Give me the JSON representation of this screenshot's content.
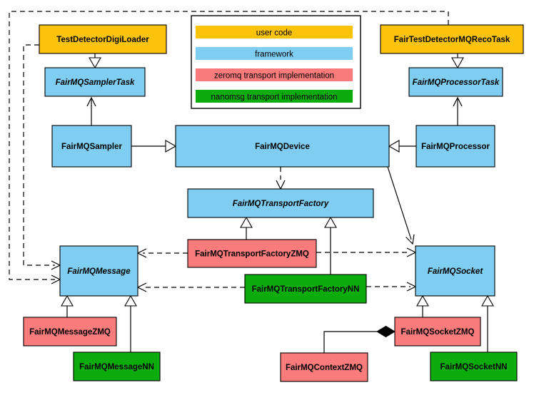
{
  "diagram": {
    "kind": "uml-class-diagram",
    "subject": "FairMQ framework class hierarchy"
  },
  "colors": {
    "user_code": "#FCC30B",
    "framework": "#7FCDF1",
    "zeromq": "#F97B7B",
    "nanomsg": "#0CAC0C",
    "edge": "#000000",
    "background": "#ffffff"
  },
  "legend": {
    "items": [
      {
        "label": "user code",
        "color_key": "user_code"
      },
      {
        "label": "framework",
        "color_key": "framework"
      },
      {
        "label": "zeromq transport implementation",
        "color_key": "zeromq"
      },
      {
        "label": "nanomsg transport implementation",
        "color_key": "nanomsg"
      }
    ]
  },
  "nodes": {
    "testDetectorDigiLoader": {
      "label": "TestDetectorDigiLoader",
      "category": "user_code",
      "abstract": false
    },
    "fairTestDetectorMQRecoTask": {
      "label": "FairTestDetectorMQRecoTask",
      "category": "user_code",
      "abstract": false
    },
    "fairMQSamplerTask": {
      "label": "FairMQSamplerTask",
      "category": "framework",
      "abstract": true
    },
    "fairMQProcessorTask": {
      "label": "FairMQProcessorTask",
      "category": "framework",
      "abstract": true
    },
    "fairMQSampler": {
      "label": "FairMQSampler",
      "category": "framework",
      "abstract": false
    },
    "fairMQDevice": {
      "label": "FairMQDevice",
      "category": "framework",
      "abstract": false
    },
    "fairMQProcessor": {
      "label": "FairMQProcessor",
      "category": "framework",
      "abstract": false
    },
    "fairMQTransportFactory": {
      "label": "FairMQTransportFactory",
      "category": "framework",
      "abstract": true
    },
    "fairMQTransportFactoryZMQ": {
      "label": "FairMQTransportFactoryZMQ",
      "category": "zeromq",
      "abstract": false
    },
    "fairMQTransportFactoryNN": {
      "label": "FairMQTransportFactoryNN",
      "category": "nanomsg",
      "abstract": false
    },
    "fairMQMessage": {
      "label": "FairMQMessage",
      "category": "framework",
      "abstract": true
    },
    "fairMQSocket": {
      "label": "FairMQSocket",
      "category": "framework",
      "abstract": true
    },
    "fairMQMessageZMQ": {
      "label": "FairMQMessageZMQ",
      "category": "zeromq",
      "abstract": false
    },
    "fairMQMessageNN": {
      "label": "FairMQMessageNN",
      "category": "nanomsg",
      "abstract": false
    },
    "fairMQSocketZMQ": {
      "label": "FairMQSocketZMQ",
      "category": "zeromq",
      "abstract": false
    },
    "fairMQSocketNN": {
      "label": "FairMQSocketNN",
      "category": "nanomsg",
      "abstract": false
    },
    "fairMQContextZMQ": {
      "label": "FairMQContextZMQ",
      "category": "zeromq",
      "abstract": false
    }
  },
  "edges": [
    {
      "from": "TestDetectorDigiLoader",
      "to": "FairMQSamplerTask",
      "type": "inheritance"
    },
    {
      "from": "FairTestDetectorMQRecoTask",
      "to": "FairMQProcessorTask",
      "type": "inheritance"
    },
    {
      "from": "FairMQSampler",
      "to": "FairMQSamplerTask",
      "type": "association"
    },
    {
      "from": "FairMQProcessor",
      "to": "FairMQProcessorTask",
      "type": "association"
    },
    {
      "from": "FairMQSampler",
      "to": "FairMQDevice",
      "type": "inheritance"
    },
    {
      "from": "FairMQProcessor",
      "to": "FairMQDevice",
      "type": "inheritance"
    },
    {
      "from": "FairMQDevice",
      "to": "FairMQTransportFactory",
      "type": "dependency"
    },
    {
      "from": "FairMQDevice",
      "to": "FairMQSocket",
      "type": "association"
    },
    {
      "from": "FairMQTransportFactoryZMQ",
      "to": "FairMQTransportFactory",
      "type": "inheritance"
    },
    {
      "from": "FairMQTransportFactoryNN",
      "to": "FairMQTransportFactory",
      "type": "inheritance"
    },
    {
      "from": "FairMQTransportFactoryZMQ",
      "to": "FairMQMessage",
      "type": "dependency"
    },
    {
      "from": "FairMQTransportFactoryZMQ",
      "to": "FairMQSocket",
      "type": "dependency"
    },
    {
      "from": "FairMQTransportFactoryNN",
      "to": "FairMQMessage",
      "type": "dependency"
    },
    {
      "from": "FairMQTransportFactoryNN",
      "to": "FairMQSocket",
      "type": "dependency"
    },
    {
      "from": "TestDetectorDigiLoader",
      "to": "FairMQMessage",
      "type": "dependency"
    },
    {
      "from": "FairTestDetectorMQRecoTask",
      "to": "FairMQMessage",
      "type": "dependency"
    },
    {
      "from": "FairMQMessageZMQ",
      "to": "FairMQMessage",
      "type": "inheritance"
    },
    {
      "from": "FairMQMessageNN",
      "to": "FairMQMessage",
      "type": "inheritance"
    },
    {
      "from": "FairMQSocketZMQ",
      "to": "FairMQSocket",
      "type": "inheritance"
    },
    {
      "from": "FairMQSocketNN",
      "to": "FairMQSocket",
      "type": "inheritance"
    },
    {
      "from": "FairMQContextZMQ",
      "to": "FairMQSocketZMQ",
      "type": "composition"
    }
  ]
}
